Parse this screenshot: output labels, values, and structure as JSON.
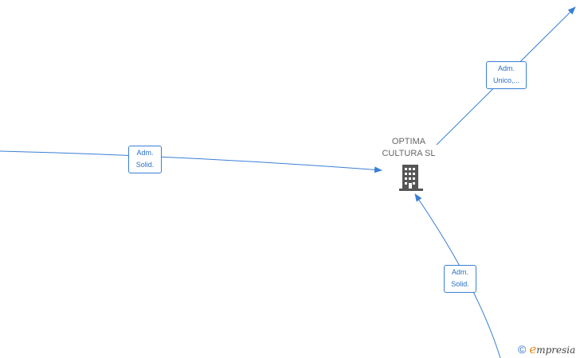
{
  "company": {
    "name_line1": "OPTIMA",
    "name_line2": "CULTURA  SL",
    "icon": "building-icon"
  },
  "relations": [
    {
      "id": "left",
      "role_line1": "Adm.",
      "role_line2": "Solid."
    },
    {
      "id": "top",
      "role_line1": "Adm.",
      "role_line2": "Unico,..."
    },
    {
      "id": "bottom",
      "role_line1": "Adm.",
      "role_line2": "Solid."
    }
  ],
  "brand": {
    "copyright": "©",
    "logo_initial": "e",
    "logo_rest": "mpresia"
  },
  "colors": {
    "edge": "#3a7fd5",
    "label_text": "#2a6fc9",
    "node_icon": "#555555",
    "brand_accent": "#e8891f"
  }
}
